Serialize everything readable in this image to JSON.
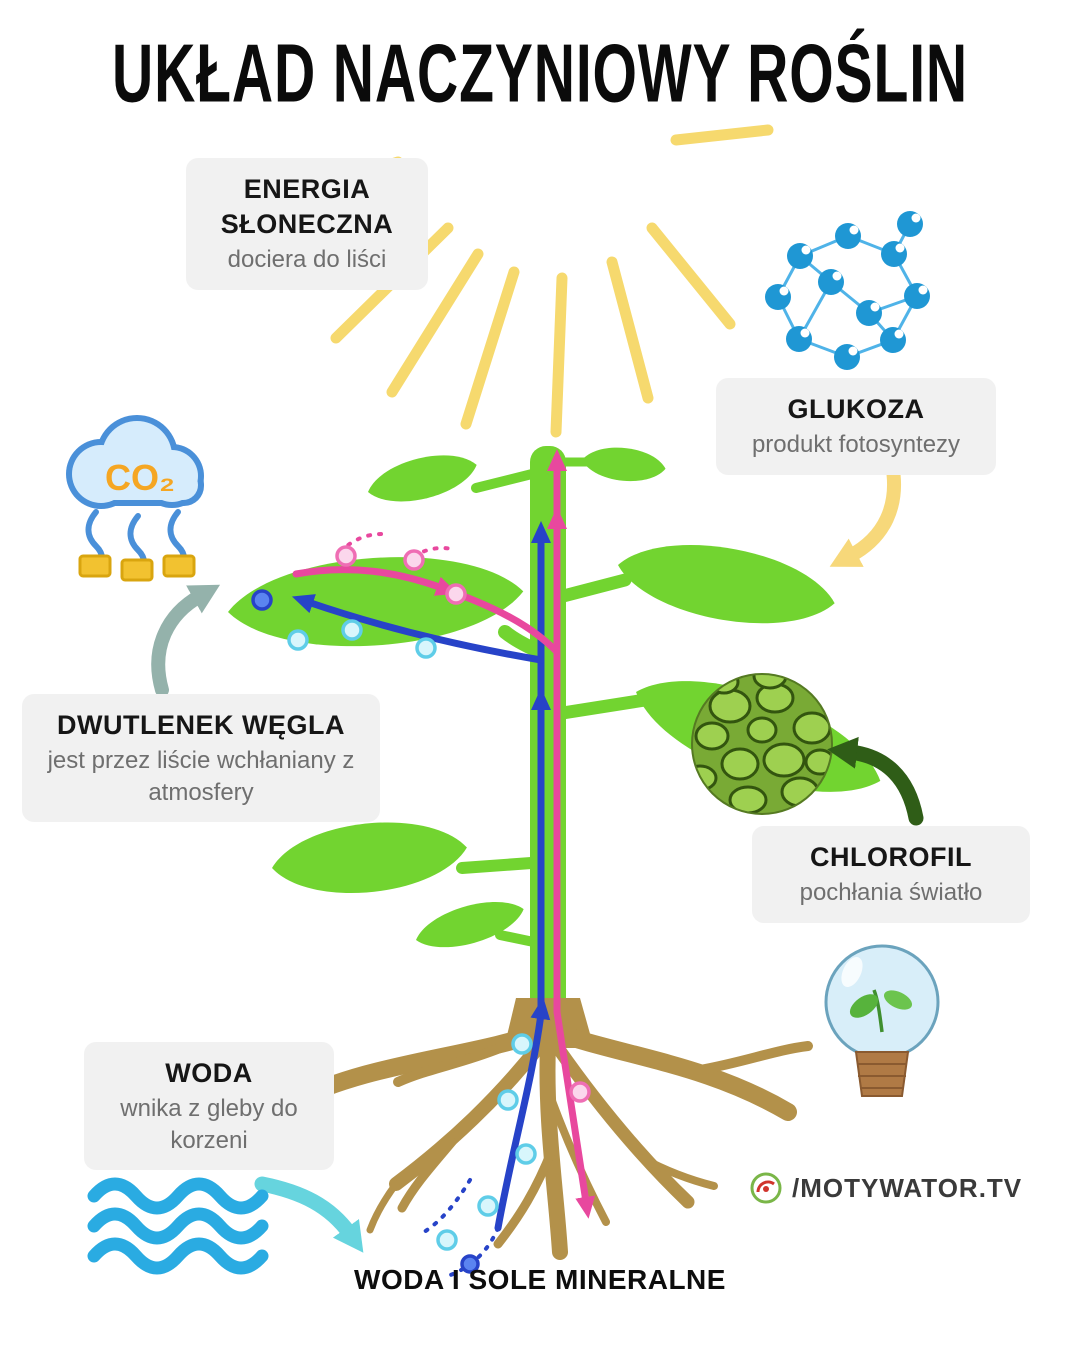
{
  "title": "UKŁAD NACZYNIOWY ROŚLIN",
  "labels": {
    "energia": {
      "heading": "ENERGIA SŁONECZNA",
      "body": "dociera do liści"
    },
    "glukoza": {
      "heading": "GLUKOZA",
      "body": "produkt fotosyntezy"
    },
    "dwutlenek": {
      "heading": "DWUTLENEK WĘGLA",
      "body": "jest przez liście wchłaniany z atmosfery"
    },
    "chlorofil": {
      "heading": "CHLOROFIL",
      "body": "pochłania światło"
    },
    "woda": {
      "heading": "WODA",
      "body": "wnika z gleby do korzeni"
    }
  },
  "caption": "WODA I SOLE MINERALNE",
  "co2_label": "CO₂",
  "logo": {
    "text": "/MOTYWATOR.TV"
  },
  "icons": {
    "sun": "sun-rays-icon",
    "co2": "co2-cloud-icon",
    "glucose": "glucose-molecule-icon",
    "chlorophyll": "chlorophyll-cells-icon",
    "bulb": "lightbulb-plant-icon",
    "water": "water-waves-icon",
    "logo": "motywator-logo-icon"
  },
  "colors": {
    "leaf_green": "#72d430",
    "root_brown": "#b3914a",
    "xylem_blue": "#2743c8",
    "phloem_pink": "#e8489e",
    "sun_yellow": "#f6d96e",
    "co2_cloud_blue": "#4a90d9",
    "co2_text_orange": "#f5a623",
    "water_blue": "#2aabe2",
    "box_background": "#f1f1f1",
    "arrow_teal": "#94b2ab",
    "arrow_yellow": "#f7d87a",
    "arrow_dark_green": "#2f5d17",
    "arrow_cyan": "#66d4de",
    "glucose_blue": "#1f97d4"
  }
}
